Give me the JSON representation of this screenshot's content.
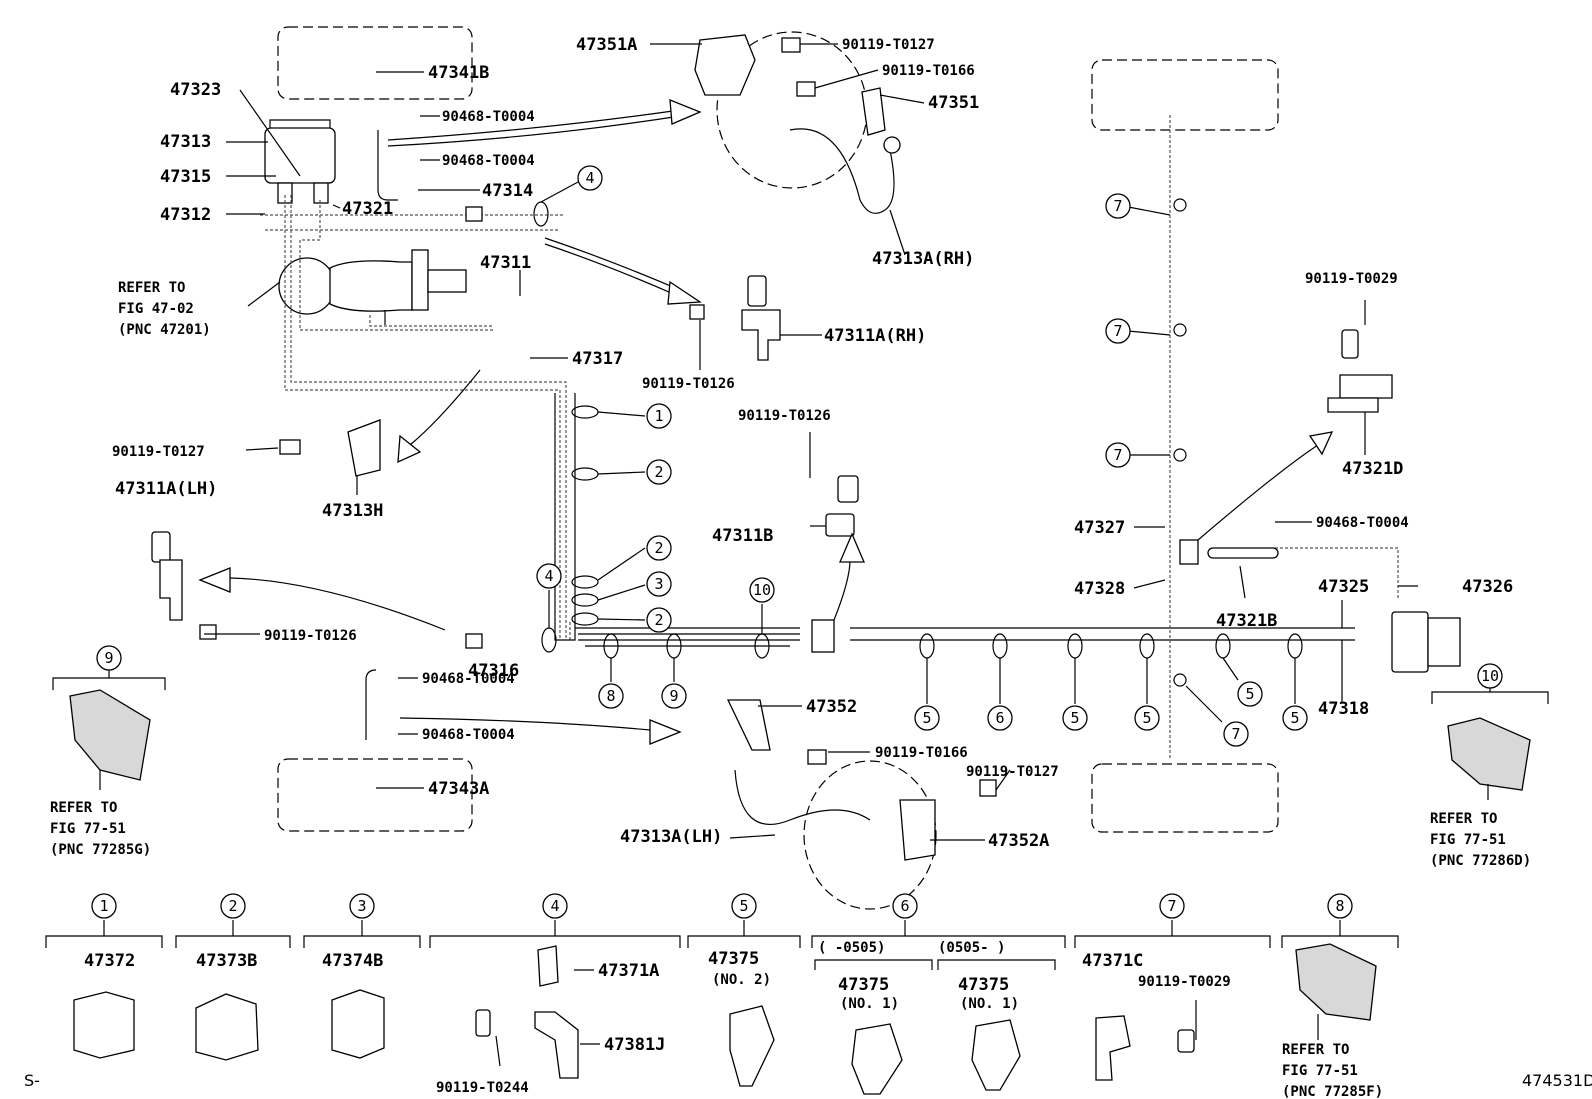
{
  "labels": {
    "p47351A": "47351A",
    "p90119_T0127_a": "90119-T0127",
    "p90119_T0166_a": "90119-T0166",
    "p47351": "47351",
    "p47341B": "47341B",
    "p47323": "47323",
    "p90468_T0004_a": "90468-T0004",
    "p47313": "47313",
    "p90468_T0004_b": "90468-T0004",
    "p47315": "47315",
    "p47314": "47314",
    "p47312": "47312",
    "p47321": "47321",
    "p47313A_RH": "47313A(RH)",
    "refer_a1": "REFER TO",
    "refer_a2": "FIG 47-02",
    "refer_a3": "(PNC 47201)",
    "p47311": "47311",
    "p90119_T0029_a": "90119-T0029",
    "p47311A_RH": "47311A(RH)",
    "p47317": "47317",
    "p90119_T0126_a": "90119-T0126",
    "p90119_T0127_b": "90119-T0127",
    "p47313H": "47313H",
    "p90119_T0126_b": "90119-T0126",
    "p47321D": "47321D",
    "p47311A_LH": "47311A(LH)",
    "p47327": "47327",
    "p90468_T0004_c": "90468-T0004",
    "p47311B": "47311B",
    "p47328": "47328",
    "p47325": "47325",
    "p47326": "47326",
    "p47321B": "47321B",
    "p90119_T0126_c": "90119-T0126",
    "p47316": "47316",
    "p90468_T0004_d": "90468-T0004",
    "p47352": "47352",
    "p47318": "47318",
    "p90468_T0004_e": "90468-T0004",
    "p90119_T0166_b": "90119-T0166",
    "p90119_T0127_c": "90119-T0127",
    "p47343A": "47343A",
    "p47313A_LH": "47313A(LH)",
    "p47352A": "47352A",
    "refer_b1": "REFER TO",
    "refer_b2": "FIG 77-51",
    "refer_b3": "(PNC 77285G)",
    "refer_c1": "REFER TO",
    "refer_c2": "FIG 77-51",
    "refer_c3": "(PNC 77286D)",
    "refer_d1": "REFER TO",
    "refer_d2": "FIG 77-51",
    "refer_d3": "(PNC 77285F)",
    "leg_47372": "47372",
    "leg_47373B": "47373B",
    "leg_47374B": "47374B",
    "leg_47371A": "47371A",
    "leg_47381J": "47381J",
    "leg_90119_T0244": "90119-T0244",
    "leg_47375_a": "47375",
    "leg_no2": "(NO. 2)",
    "leg_date_a": "(   -0505)",
    "leg_date_b": "(0505-   )",
    "leg_47375_b": "47375",
    "leg_no1_a": "(NO. 1)",
    "leg_47375_c": "47375",
    "leg_no1_b": "(NO. 1)",
    "leg_47371C": "47371C",
    "leg_90119_T0029": "90119-T0029",
    "footer_left": "S-",
    "footer_right": "474531D"
  },
  "callouts": {
    "c1": "1",
    "c2": "2",
    "c3": "3",
    "c4": "4",
    "c5": "5",
    "c6": "6",
    "c7": "7",
    "c8": "8",
    "c9": "9",
    "c10": "10"
  }
}
